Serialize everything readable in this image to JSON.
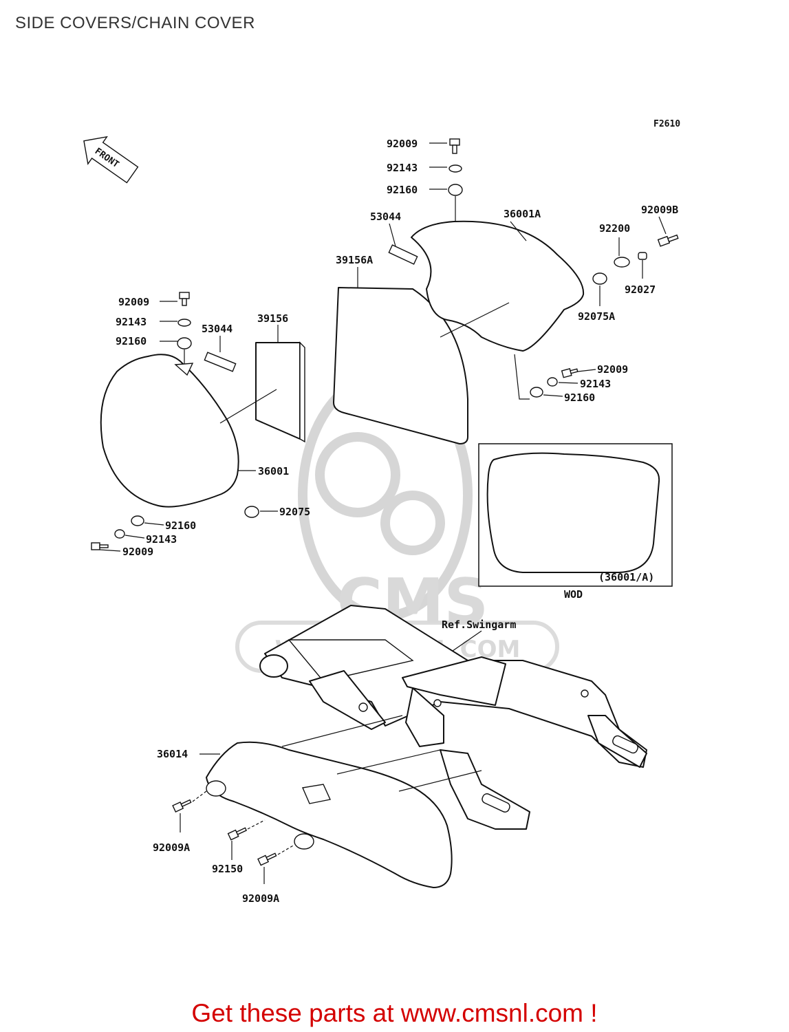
{
  "page": {
    "title": "SIDE COVERS/CHAIN COVER",
    "footer_link": "Get these parts at www.cmsnl.com !"
  },
  "diagram": {
    "figure_code": "F2610",
    "front_label": "FRONT",
    "variant_box": {
      "label": "(36001/A)",
      "caption": "WOD"
    },
    "ref_label": "Ref.Swingarm",
    "watermark": {
      "logo_text": "CMS",
      "url_text": "WWW.CMSNL.COM"
    },
    "callouts": {
      "r_92009": "92009",
      "r_92143": "92143",
      "r_92160": "92160",
      "r_53044": "53044",
      "r_36001A": "36001A",
      "r_92200": "92200",
      "r_92009B": "92009B",
      "r_39156A": "39156A",
      "r_92027": "92027",
      "r_92075A": "92075A",
      "r_92009_b": "92009",
      "r_92143_b": "92143",
      "r_92160_b": "92160",
      "l_92009": "92009",
      "l_92143": "92143",
      "l_92160": "92160",
      "l_53044": "53044",
      "l_39156": "39156",
      "l_36001": "36001",
      "l_92075": "92075",
      "l_92160_b": "92160",
      "l_92143_b": "92143",
      "l_92009_b": "92009",
      "c_36014": "36014",
      "c_92009A_1": "92009A",
      "c_92150": "92150",
      "c_92009A_2": "92009A"
    }
  }
}
